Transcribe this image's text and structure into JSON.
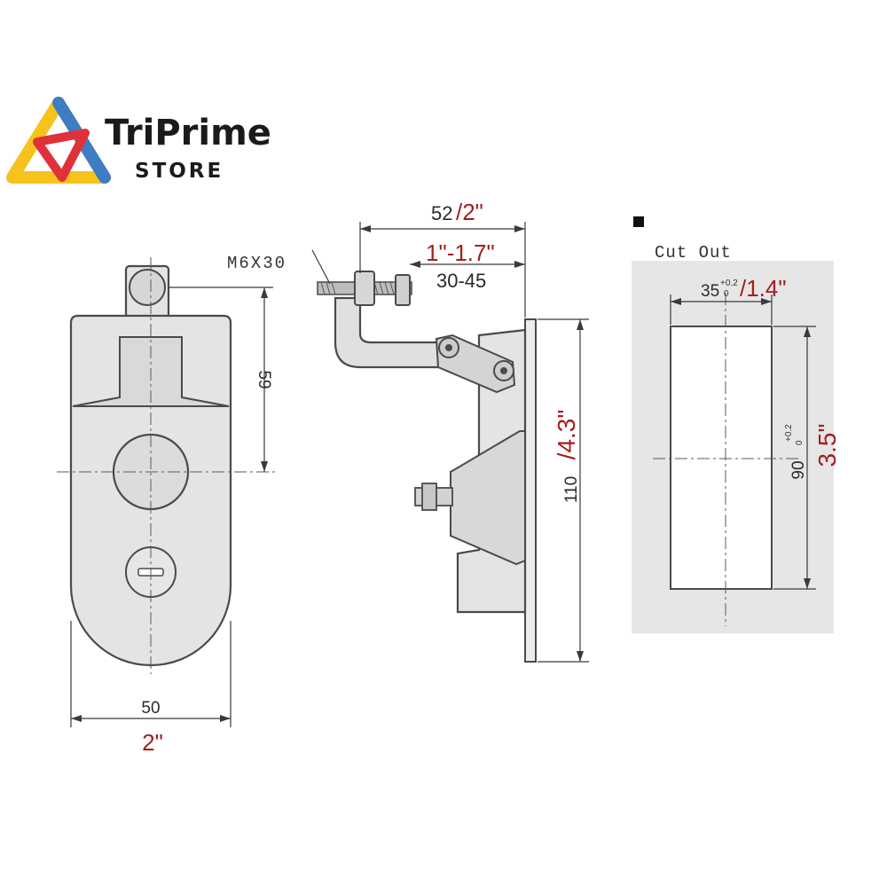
{
  "brand": {
    "name": "TriPrime",
    "sub": "STORE",
    "colors": {
      "yellow": "#f6c21c",
      "red": "#e0303a",
      "blue": "#2a74d8"
    }
  },
  "front_view": {
    "height_dim": "59",
    "width_mm": "50",
    "width_in": "2\""
  },
  "side_view": {
    "depth_mm": "52",
    "depth_in": "/2\"",
    "thread_label": "M6X30",
    "grip_in": "1\"-1.7\"",
    "grip_mm": "30-45",
    "height_mm": "110",
    "height_in": "/4.3\""
  },
  "cutout": {
    "title": "Cut Out",
    "width_mm": "35",
    "width_tol": "+0.2",
    "width_tol2": "0",
    "width_in": "/1.4\"",
    "height_mm": "90",
    "height_tol": "+0.2",
    "height_tol2": "0",
    "height_in": "3.5\""
  }
}
